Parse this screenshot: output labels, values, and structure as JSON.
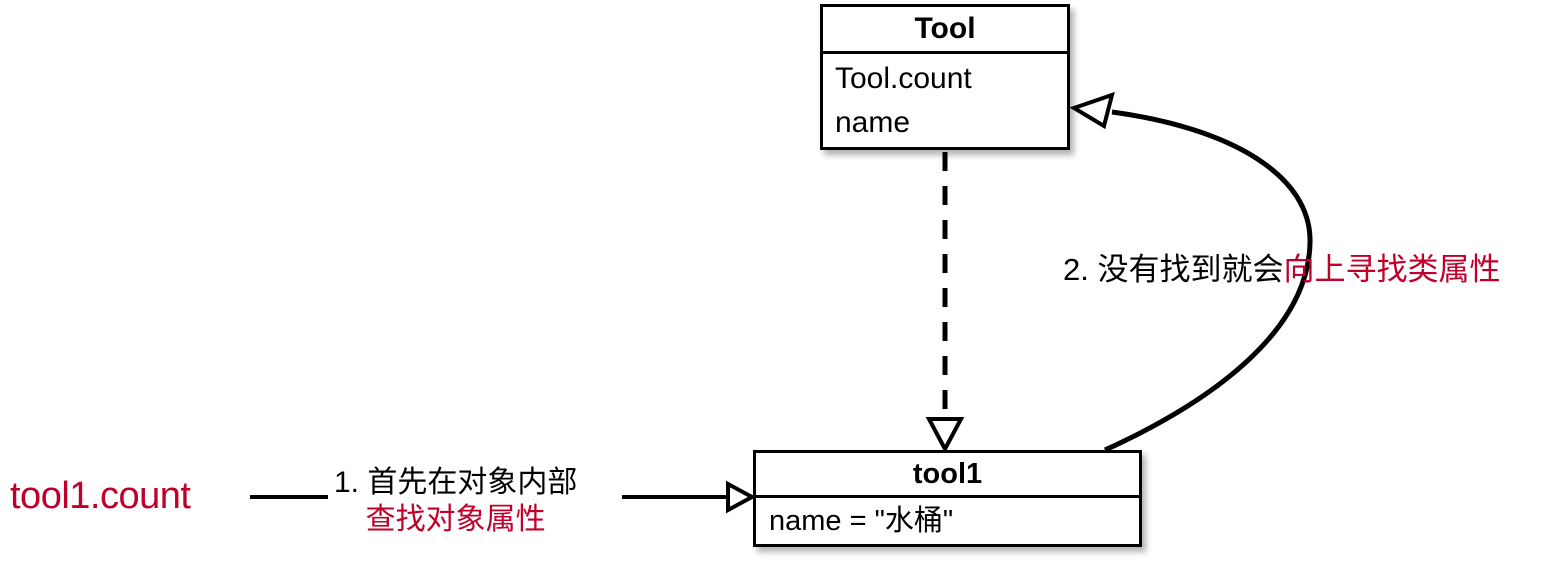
{
  "diagram": {
    "title": "Python attribute lookup order diagram",
    "colors": {
      "accent_red": "#C0002A",
      "stroke": "#000000",
      "background": "#FFFFFF"
    },
    "class_box": {
      "name": "Tool",
      "attributes": [
        "Tool.count",
        "name"
      ]
    },
    "object_box": {
      "name": "tool1",
      "attributes": [
        "name = \"水桶\""
      ]
    },
    "expression": "tool1.count",
    "steps": [
      {
        "number": "1.",
        "line1": "1. 首先在对象内部",
        "line2": "查找对象属性",
        "line1_color": "#000000",
        "line2_color": "#C0002A"
      },
      {
        "number": "2.",
        "black_part": "2. 没有找到就会",
        "red_part": "向上寻找类属性"
      }
    ],
    "connectors": [
      {
        "name": "expression-to-step1-line",
        "kind": "plain-line"
      },
      {
        "name": "step1-to-object-arrow",
        "kind": "open-arrow",
        "direction": "right"
      },
      {
        "name": "class-to-object-dashed-arrow",
        "kind": "dashed-open-arrow",
        "direction": "down"
      },
      {
        "name": "object-to-class-curved-arrow",
        "kind": "curved-open-arrow",
        "direction": "up"
      }
    ]
  }
}
